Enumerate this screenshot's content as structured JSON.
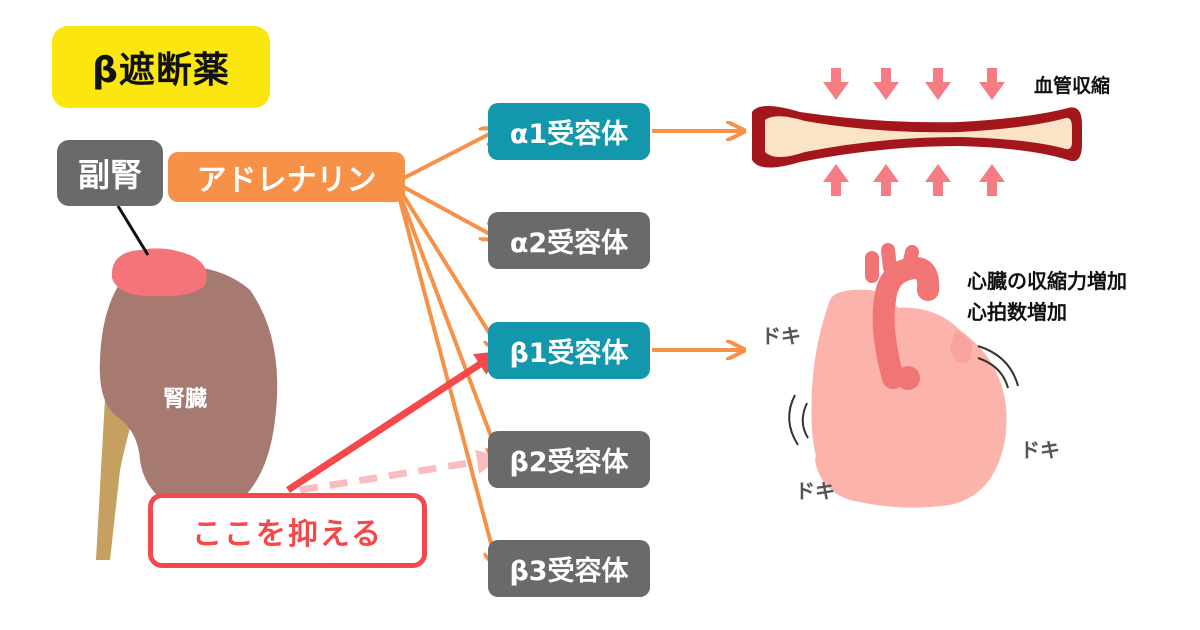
{
  "title": "β遮断薬",
  "adrenal": "副腎",
  "kidney": "腎臓",
  "adrenaline": "アドレナリン",
  "receptors": [
    {
      "label": "α1受容体",
      "state": "active"
    },
    {
      "label": "α2受容体",
      "state": "inactive"
    },
    {
      "label": "β1受容体",
      "state": "active"
    },
    {
      "label": "β2受容体",
      "state": "inactive"
    },
    {
      "label": "β3受容体",
      "state": "inactive"
    }
  ],
  "effects": {
    "vasoconstriction": "血管収縮",
    "heart_line1": "心臓の収縮力増加",
    "heart_line2": "心拍数増加",
    "sound": "ドキ"
  },
  "block_note": "ここを抑える",
  "colors": {
    "title_bg": "#fbe60f",
    "adrenaline": "#f69147",
    "receptor_active": "#1397ad",
    "receptor_inactive": "#6a6a6a",
    "block": "#f5484b",
    "kidney": "#a67a70",
    "adrenal_gland": "#f47479",
    "vessel_wall": "#a3171c",
    "vessel_inner": "#fbe3c8",
    "heart": "#fbb3ac",
    "aorta": "#f27575",
    "pressure_arrows": "#f57c82"
  },
  "icons": [
    "kidney-icon",
    "adrenal-gland-icon",
    "blood-vessel-icon",
    "heart-icon",
    "pressure-arrow-icon",
    "vibration-lines-icon"
  ]
}
